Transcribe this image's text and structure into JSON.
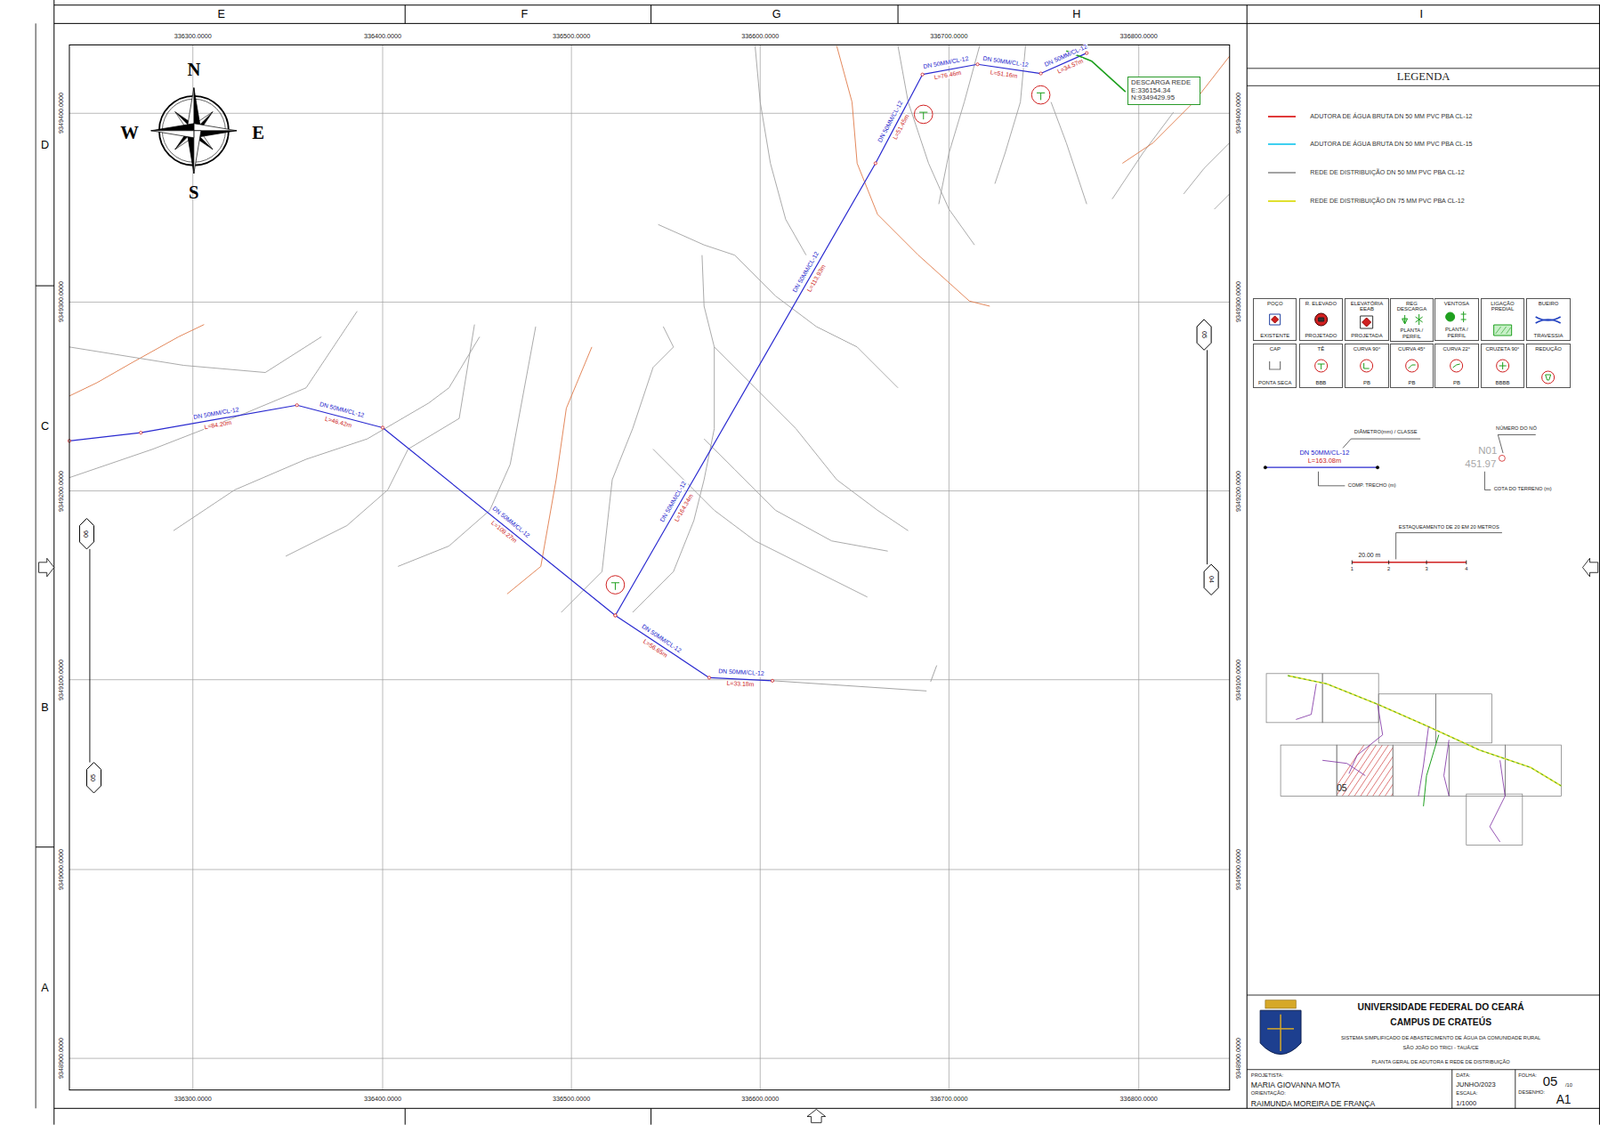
{
  "diagram": {
    "nodes": [
      {
        "text": [
          "POÇO",
          "EXISTENTE"
        ]
      },
      {
        "text": [
          "R. ELEVADO",
          "PROJETADO"
        ]
      },
      {
        "text": [
          "ELEVATÓRIA EEAB",
          "PROJETADA"
        ]
      },
      {
        "text": [
          "REG DESCARGA",
          "PLANTA / PERFIL"
        ]
      },
      {
        "text": [
          "VENTOSA",
          "PLANTA / PERFIL"
        ]
      },
      {
        "text": [
          "LIGAÇÃO PREDIAL"
        ]
      },
      {
        "text": [
          "BUEIRO",
          "TRAVESSIA"
        ]
      },
      {
        "text": [
          "CAP",
          "PONTA SECA"
        ]
      },
      {
        "text": [
          "TÊ",
          "BBB"
        ]
      },
      {
        "text": [
          "CURVA 90°",
          "PB"
        ]
      },
      {
        "text": [
          "CURVA 45°",
          "PB"
        ]
      },
      {
        "text": [
          "CURVA 22°",
          "PB"
        ]
      },
      {
        "text": [
          "CRUZETA 90°",
          "BBBB"
        ]
      },
      {
        "text": [
          "REDUÇÃO"
        ]
      },
      {
        "text": [
          "DESCARGA REDE E:336154.34 N:9349429.95"
        ]
      }
    ],
    "labels": [
      "E",
      "F",
      "G",
      "H",
      "I",
      "D",
      "C",
      "B",
      "A",
      "336300.0000",
      "336400.0000",
      "336500.0000",
      "336600.0000",
      "336700.0000",
      "336800.0000",
      "336300.0000",
      "336400.0000",
      "336500.0000",
      "336600.0000",
      "336700.0000",
      "336800.0000",
      "9349400.0000",
      "9349300.0000",
      "9349200.0000",
      "9349100.0000",
      "9349000.0000",
      "9348900.0000",
      "9349400.0000",
      "9349300.0000",
      "9349200.0000",
      "9349100.0000",
      "9349000.0000",
      "9348900.0000",
      "N",
      "W",
      "E",
      "S",
      "DN 50MM/CL-12",
      "L=84.20m",
      "DN 50MM/CL-12",
      "L=46.42m",
      "DN 50MM/CL-12",
      "L=109.27m",
      "DN 50MM/CL-12",
      "L=56.65m",
      "DN 50MM/CL-12",
      "L=33.18m",
      "DN 50MM/CL-12",
      "L=164.34m",
      "DN 50MM/CL-12",
      "L=113.93m",
      "DN 50MM/CL-12",
      "L=51.45m",
      "DN 50MM/CL-12",
      "L=76.46m",
      "DN 50MM/CL-12",
      "L=51.16m",
      "DN 50MM/CL-12",
      "L=34.57m",
      "05",
      "04",
      "06",
      "05",
      "LEGENDA",
      "DN 50MM/CL-12",
      "L=163.08m",
      "DIÂMETRO(mm) / CLASSE",
      "COMP. TRECHO (m)",
      "NÚMERO DO NÓ",
      "N01",
      "451.97",
      "COTA DO TERRENO (m)",
      "ESTAQUEAMENTO DE 20 EM 20 METROS",
      "20.00 m",
      "1",
      "2",
      "3",
      "4",
      "05",
      "UNIVERSIDADE FEDERAL DO CEARÁ",
      "CAMPUS DE CRATEÚS",
      "SISTEMA SIMPLIFICADO DE ABASTECIMENTO DE ÁGUA DA COMUNIDADE RURAL",
      "SÃO JOÃO DO TRICI - TAUÁ/CE",
      "PLANTA GERAL DE ADUTORA E REDE DE DISTRIBUIÇÃO",
      "PROJETISTA:",
      "MARIA GIOVANNA MOTA",
      "ORIENTAÇÃO:",
      "RAIMUNDA MOREIRA DE FRANÇA",
      "DATA:",
      "JUNHO/2023",
      "ESCALA:",
      "1/1000",
      "FOLHA:",
      "05",
      "/10",
      "DESENHO:",
      "A1"
    ],
    "legend": [
      {
        "text": "ADUTORA DE ÁGUA BRUTA DN 50 MM PVC PBA CL-12",
        "color": "#e03a3a"
      },
      {
        "text": "ADUTORA DE ÁGUA BRUTA DN 50 MM PVC PBA CL-15",
        "color": "#3fd0f0"
      },
      {
        "text": "REDE DE DISTRIBUIÇÃO DN 50 MM PVC PBA CL-12",
        "color": "#a3a3a3"
      },
      {
        "text": "REDE DE DISTRIBUIÇÃO DN 75 MM PVC PBA CL-12",
        "color": "#e0e030"
      }
    ]
  }
}
